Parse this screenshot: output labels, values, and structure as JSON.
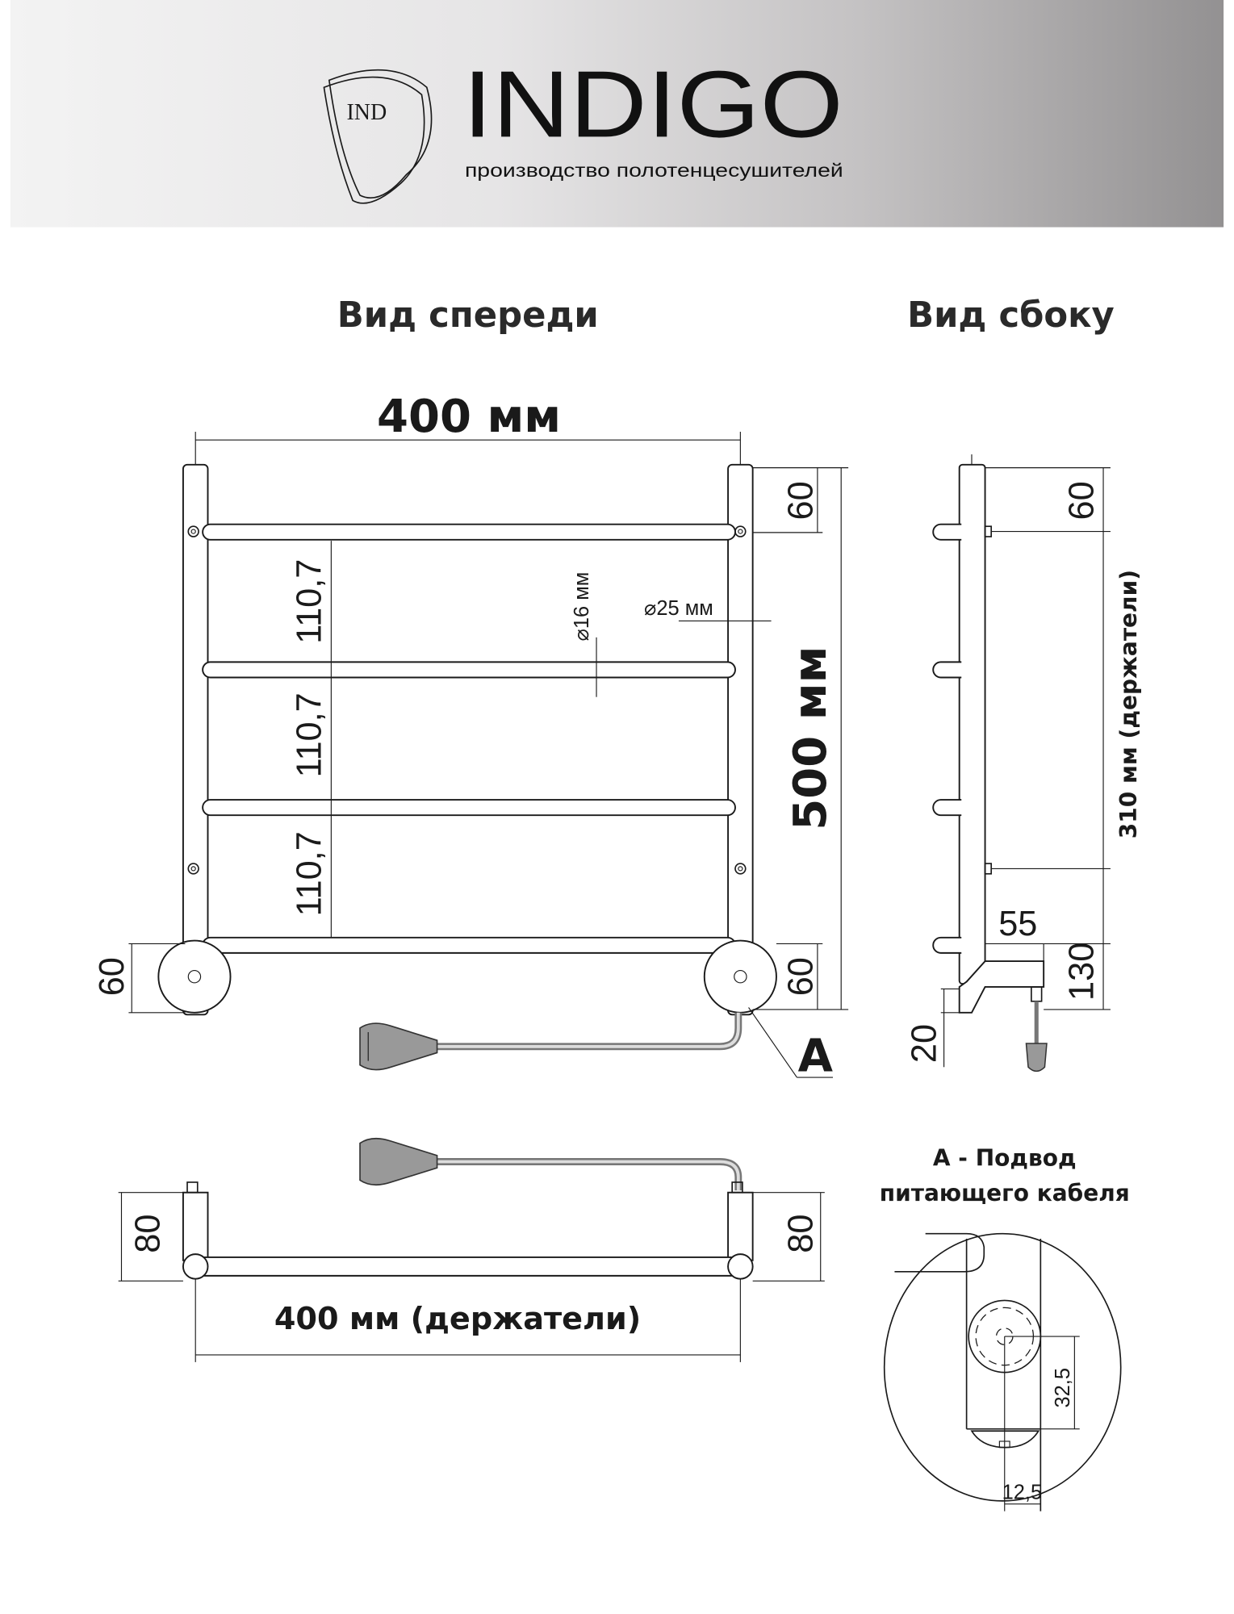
{
  "header": {
    "logo_mark": "IND",
    "brand": "INDIGO",
    "tagline": "производство полотенцесушителей"
  },
  "front_view": {
    "title": "Вид спереди",
    "width_label": "400 мм",
    "height_label": "500 мм",
    "top_offset": "60",
    "bottom_offset_right": "60",
    "bottom_offset_left": "60",
    "rail_spacing": [
      "110,7",
      "110,7",
      "110,7"
    ],
    "rail_diameter": "⌀16 мм",
    "post_diameter": "⌀25 мм",
    "detail_marker": "A"
  },
  "side_view": {
    "title": "Вид сбоку",
    "top_offset": "60",
    "holders_label": "310 мм (держатели)",
    "depth": "55",
    "bottom_height": "130",
    "base_offset": "20"
  },
  "top_view": {
    "depth_left": "80",
    "depth_right": "80",
    "holders_width": "400 мм (держатели)"
  },
  "detail_a": {
    "title_line1": "A - Подвод",
    "title_line2": "питающего кабеля",
    "vertical_dim": "32,5",
    "horizontal_dim": "12,5"
  }
}
